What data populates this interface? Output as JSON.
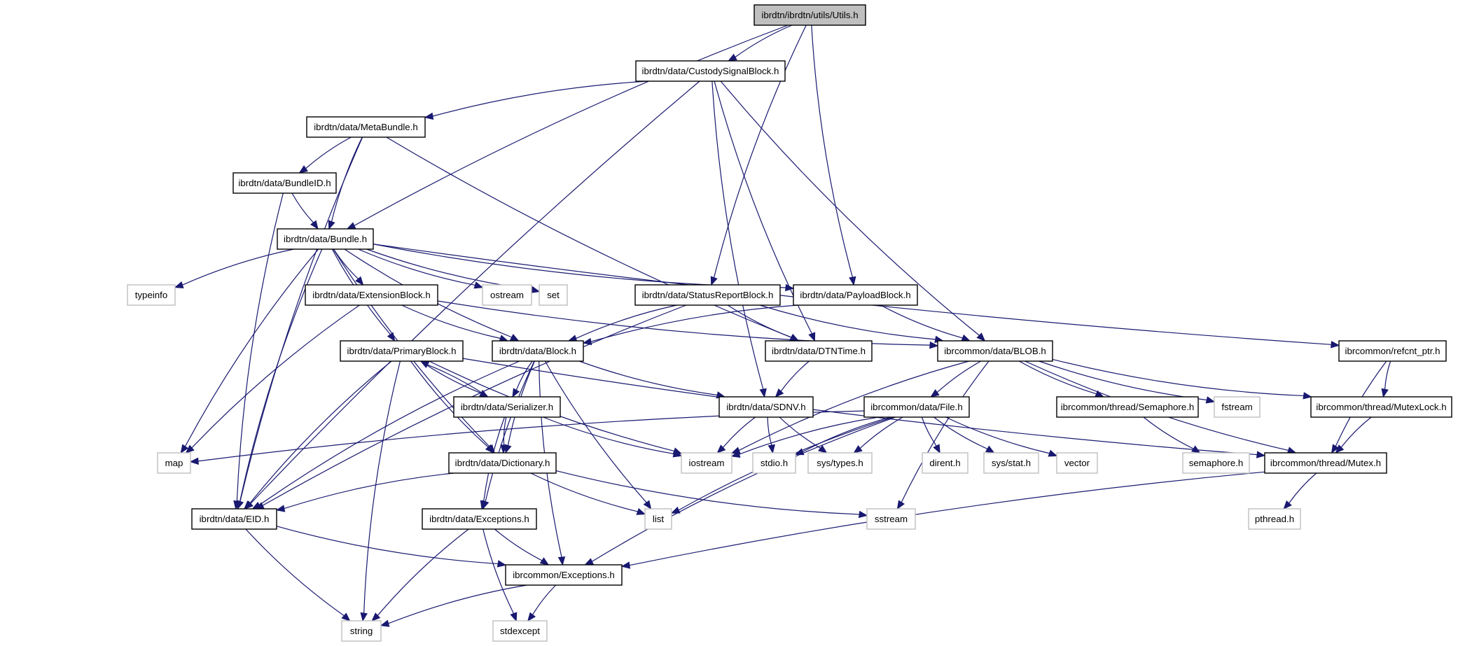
{
  "title": "Include dependency graph for ibrdtn/ibrdtn/utils/Utils.h",
  "colors": {
    "edge": "#191970",
    "root_fill": "#bfbfbf",
    "external_border": "#bfbfbf",
    "internal_border": "#000000"
  },
  "nodes": [
    {
      "id": "utils",
      "label": "ibrdtn/ibrdtn/utils/Utils.h",
      "kind": "root"
    },
    {
      "id": "custody",
      "label": "ibrdtn/data/CustodySignalBlock.h",
      "kind": "int"
    },
    {
      "id": "metabundle",
      "label": "ibrdtn/data/MetaBundle.h",
      "kind": "int"
    },
    {
      "id": "bundleid",
      "label": "ibrdtn/data/BundleID.h",
      "kind": "int"
    },
    {
      "id": "bundle",
      "label": "ibrdtn/data/Bundle.h",
      "kind": "int"
    },
    {
      "id": "typeinfo",
      "label": "typeinfo",
      "kind": "ext"
    },
    {
      "id": "extblock",
      "label": "ibrdtn/data/ExtensionBlock.h",
      "kind": "int"
    },
    {
      "id": "ostream",
      "label": "ostream",
      "kind": "ext"
    },
    {
      "id": "set",
      "label": "set",
      "kind": "ext"
    },
    {
      "id": "statusreport",
      "label": "ibrdtn/data/StatusReportBlock.h",
      "kind": "int"
    },
    {
      "id": "payload",
      "label": "ibrdtn/data/PayloadBlock.h",
      "kind": "int"
    },
    {
      "id": "primary",
      "label": "ibrdtn/data/PrimaryBlock.h",
      "kind": "int"
    },
    {
      "id": "block",
      "label": "ibrdtn/data/Block.h",
      "kind": "int"
    },
    {
      "id": "dtntime",
      "label": "ibrdtn/data/DTNTime.h",
      "kind": "int"
    },
    {
      "id": "blob",
      "label": "ibrcommon/data/BLOB.h",
      "kind": "int"
    },
    {
      "id": "refcnt",
      "label": "ibrcommon/refcnt_ptr.h",
      "kind": "int"
    },
    {
      "id": "serializer",
      "label": "ibrdtn/data/Serializer.h",
      "kind": "int"
    },
    {
      "id": "sdnv",
      "label": "ibrdtn/data/SDNV.h",
      "kind": "int"
    },
    {
      "id": "file",
      "label": "ibrcommon/data/File.h",
      "kind": "int"
    },
    {
      "id": "semaphore",
      "label": "ibrcommon/thread/Semaphore.h",
      "kind": "int"
    },
    {
      "id": "fstream",
      "label": "fstream",
      "kind": "ext"
    },
    {
      "id": "mutexlock",
      "label": "ibrcommon/thread/MutexLock.h",
      "kind": "int"
    },
    {
      "id": "map",
      "label": "map",
      "kind": "ext"
    },
    {
      "id": "dictionary",
      "label": "ibrdtn/data/Dictionary.h",
      "kind": "int"
    },
    {
      "id": "iostream",
      "label": "iostream",
      "kind": "ext"
    },
    {
      "id": "stdio",
      "label": "stdio.h",
      "kind": "ext"
    },
    {
      "id": "systypes",
      "label": "sys/types.h",
      "kind": "ext"
    },
    {
      "id": "dirent",
      "label": "dirent.h",
      "kind": "ext"
    },
    {
      "id": "sysstat",
      "label": "sys/stat.h",
      "kind": "ext"
    },
    {
      "id": "vector",
      "label": "vector",
      "kind": "ext"
    },
    {
      "id": "semaphoreh",
      "label": "semaphore.h",
      "kind": "ext"
    },
    {
      "id": "mutex",
      "label": "ibrcommon/thread/Mutex.h",
      "kind": "int"
    },
    {
      "id": "eid",
      "label": "ibrdtn/data/EID.h",
      "kind": "int"
    },
    {
      "id": "exceptions",
      "label": "ibrdtn/data/Exceptions.h",
      "kind": "int"
    },
    {
      "id": "list",
      "label": "list",
      "kind": "ext"
    },
    {
      "id": "sstream",
      "label": "sstream",
      "kind": "ext"
    },
    {
      "id": "pthread",
      "label": "pthread.h",
      "kind": "ext"
    },
    {
      "id": "ibrexceptions",
      "label": "ibrcommon/Exceptions.h",
      "kind": "int"
    },
    {
      "id": "string",
      "label": "string",
      "kind": "ext"
    },
    {
      "id": "stdexcept",
      "label": "stdexcept",
      "kind": "ext"
    }
  ],
  "edges": [
    [
      "utils",
      "custody"
    ],
    [
      "utils",
      "bundle"
    ],
    [
      "utils",
      "statusreport"
    ],
    [
      "utils",
      "payload"
    ],
    [
      "custody",
      "metabundle"
    ],
    [
      "custody",
      "eid"
    ],
    [
      "custody",
      "sdnv"
    ],
    [
      "custody",
      "dtntime"
    ],
    [
      "custody",
      "blob"
    ],
    [
      "metabundle",
      "bundleid"
    ],
    [
      "metabundle",
      "bundle"
    ],
    [
      "metabundle",
      "eid"
    ],
    [
      "metabundle",
      "dtntime"
    ],
    [
      "bundleid",
      "bundle"
    ],
    [
      "bundleid",
      "eid"
    ],
    [
      "bundle",
      "typeinfo"
    ],
    [
      "bundle",
      "extblock"
    ],
    [
      "bundle",
      "ostream"
    ],
    [
      "bundle",
      "set"
    ],
    [
      "bundle",
      "payload"
    ],
    [
      "bundle",
      "primary"
    ],
    [
      "bundle",
      "block"
    ],
    [
      "bundle",
      "map"
    ],
    [
      "bundle",
      "eid"
    ],
    [
      "bundle",
      "dictionary"
    ],
    [
      "bundle",
      "refcnt"
    ],
    [
      "extblock",
      "block"
    ],
    [
      "extblock",
      "map"
    ],
    [
      "extblock",
      "blob"
    ],
    [
      "statusreport",
      "block"
    ],
    [
      "statusreport",
      "dtntime"
    ],
    [
      "statusreport",
      "blob"
    ],
    [
      "statusreport",
      "eid"
    ],
    [
      "payload",
      "block"
    ],
    [
      "payload",
      "blob"
    ],
    [
      "primary",
      "serializer"
    ],
    [
      "primary",
      "dictionary"
    ],
    [
      "primary",
      "eid"
    ],
    [
      "primary",
      "string"
    ],
    [
      "primary",
      "iostream"
    ],
    [
      "primary",
      "mutex"
    ],
    [
      "block",
      "serializer"
    ],
    [
      "block",
      "dictionary"
    ],
    [
      "block",
      "sdnv"
    ],
    [
      "block",
      "eid"
    ],
    [
      "block",
      "exceptions"
    ],
    [
      "block",
      "ibrexceptions"
    ],
    [
      "block",
      "list"
    ],
    [
      "dtntime",
      "sdnv"
    ],
    [
      "blob",
      "file"
    ],
    [
      "blob",
      "semaphore"
    ],
    [
      "blob",
      "fstream"
    ],
    [
      "blob",
      "mutexlock"
    ],
    [
      "blob",
      "mutex"
    ],
    [
      "blob",
      "iostream"
    ],
    [
      "blob",
      "sstream"
    ],
    [
      "refcnt",
      "mutexlock"
    ],
    [
      "refcnt",
      "mutex"
    ],
    [
      "serializer",
      "primary"
    ],
    [
      "serializer",
      "dictionary"
    ],
    [
      "serializer",
      "iostream"
    ],
    [
      "serializer",
      "exceptions"
    ],
    [
      "sdnv",
      "iostream"
    ],
    [
      "sdnv",
      "stdio"
    ],
    [
      "sdnv",
      "systypes"
    ],
    [
      "file",
      "map"
    ],
    [
      "file",
      "iostream"
    ],
    [
      "file",
      "stdio"
    ],
    [
      "file",
      "systypes"
    ],
    [
      "file",
      "dirent"
    ],
    [
      "file",
      "sysstat"
    ],
    [
      "file",
      "vector"
    ],
    [
      "file",
      "list"
    ],
    [
      "file",
      "ibrexceptions"
    ],
    [
      "semaphore",
      "semaphoreh"
    ],
    [
      "mutexlock",
      "mutex"
    ],
    [
      "dictionary",
      "eid"
    ],
    [
      "dictionary",
      "list"
    ],
    [
      "dictionary",
      "sstream"
    ],
    [
      "mutex",
      "pthread"
    ],
    [
      "mutex",
      "ibrexceptions"
    ],
    [
      "eid",
      "string"
    ],
    [
      "eid",
      "ibrexceptions"
    ],
    [
      "exceptions",
      "ibrexceptions"
    ],
    [
      "exceptions",
      "string"
    ],
    [
      "exceptions",
      "stdexcept"
    ],
    [
      "ibrexceptions",
      "string"
    ],
    [
      "ibrexceptions",
      "stdexcept"
    ]
  ]
}
